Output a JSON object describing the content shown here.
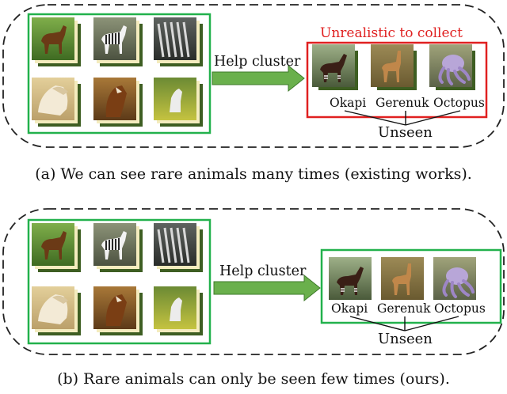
{
  "panels": [
    {
      "help_label": "Help cluster",
      "unrealistic_label": "Unrealistic to collect",
      "animals": [
        "Okapi",
        "Gerenuk",
        "Octopus"
      ],
      "unseen_label": "Unseen",
      "caption": "(a)  We can see rare animals many times (existing works)."
    },
    {
      "help_label": "Help cluster",
      "animals": [
        "Okapi",
        "Gerenuk",
        "Octopus"
      ],
      "unseen_label": "Unseen",
      "caption": "(b)  Rare animals can only be seen few times (ours)."
    }
  ],
  "colors": {
    "green_box": "#22b14c",
    "red_box": "#e02020",
    "arrow_fill": "#6ab04c",
    "arrow_stroke": "#3d7a2a",
    "dashed": "#222222"
  },
  "icons": {
    "seen_images": [
      "horse-photo",
      "zebra-photo",
      "zebra-photo",
      "horse-photo",
      "horse-photo",
      "horse-photo"
    ],
    "unseen_images": [
      "okapi-photo",
      "gerenuk-photo",
      "octopus-photo"
    ]
  }
}
